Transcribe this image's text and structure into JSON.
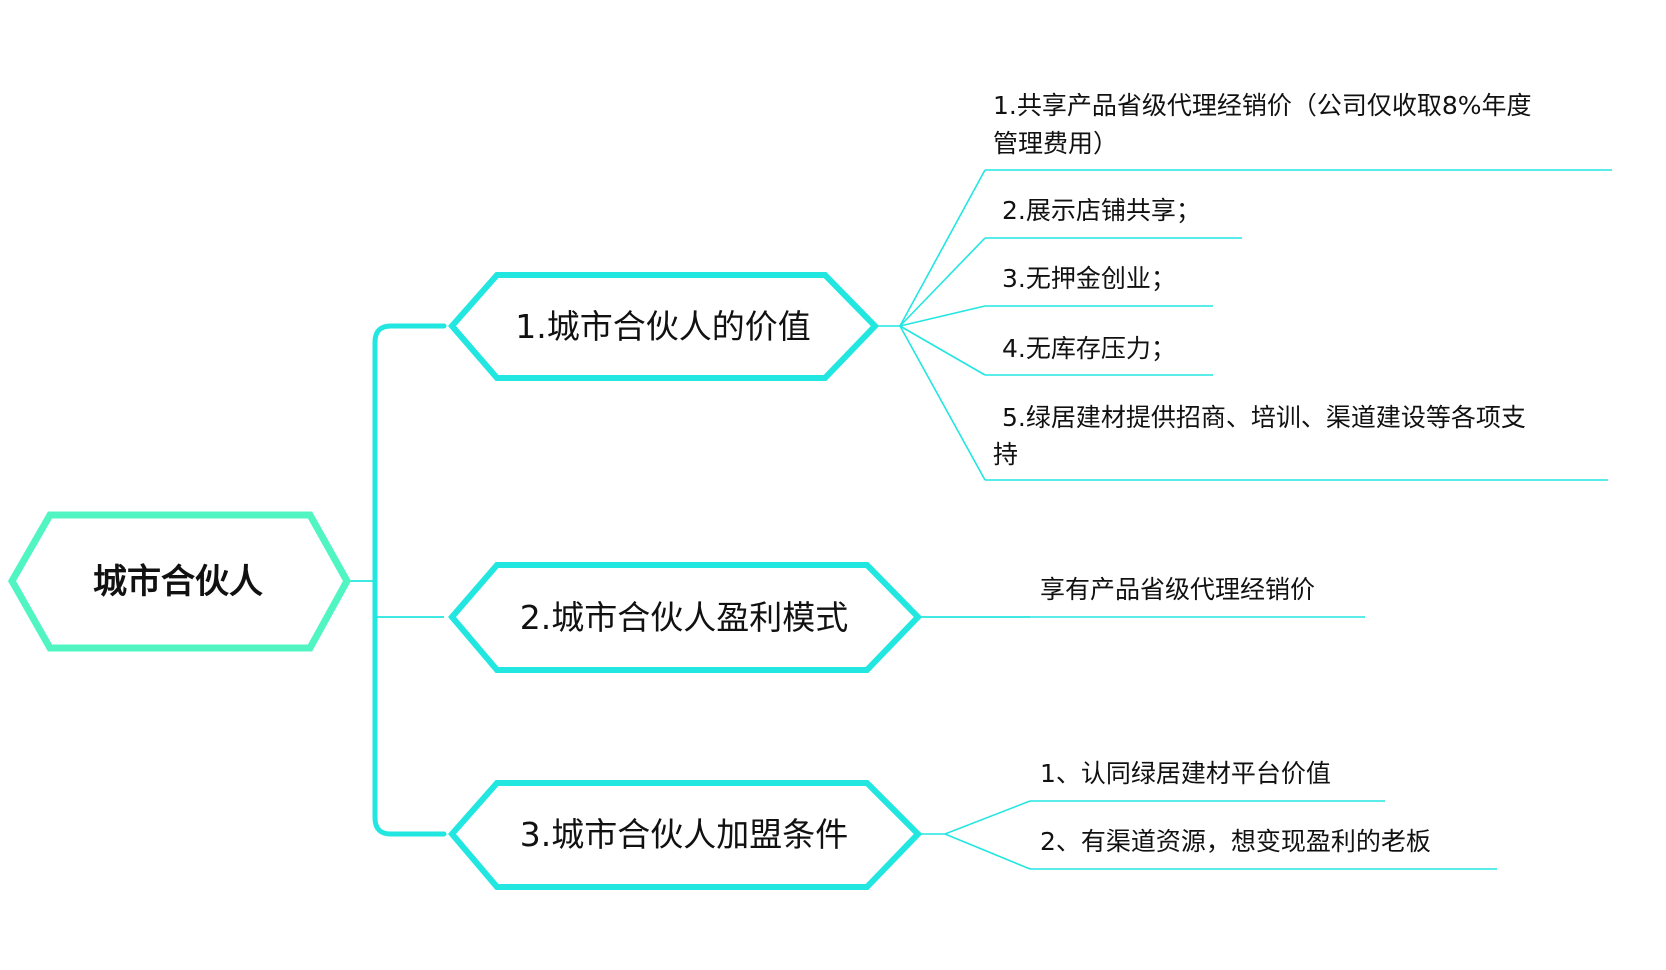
{
  "root": {
    "label": "城市合伙人"
  },
  "branches": [
    {
      "label": "1.城市合伙人的价值",
      "children": [
        {
          "lines": [
            "1.共享产品省级代理经销价（公司仅收取8%年度",
            "管理费用）"
          ]
        },
        {
          "lines": [
            "2.展示店铺共享；"
          ]
        },
        {
          "lines": [
            "3.无押金创业；"
          ]
        },
        {
          "lines": [
            "4.无库存压力；"
          ]
        },
        {
          "lines": [
            "5.绿居建材提供招商、培训、渠道建设等各项支",
            "持"
          ]
        }
      ]
    },
    {
      "label": "2.城市合伙人盈利模式",
      "children": [
        {
          "lines": [
            "享有产品省级代理经销价"
          ]
        }
      ]
    },
    {
      "label": "3.城市合伙人加盟条件",
      "children": [
        {
          "lines": [
            "1、认同绿居建材平台价值"
          ]
        },
        {
          "lines": [
            "2、有渠道资源，想变现盈利的老板"
          ]
        }
      ]
    }
  ],
  "colors": {
    "root_border": "#50f5c2",
    "branch_border": "#22e6e0",
    "connector": "#22e6e0",
    "text": "#111111",
    "background": "#ffffff"
  }
}
